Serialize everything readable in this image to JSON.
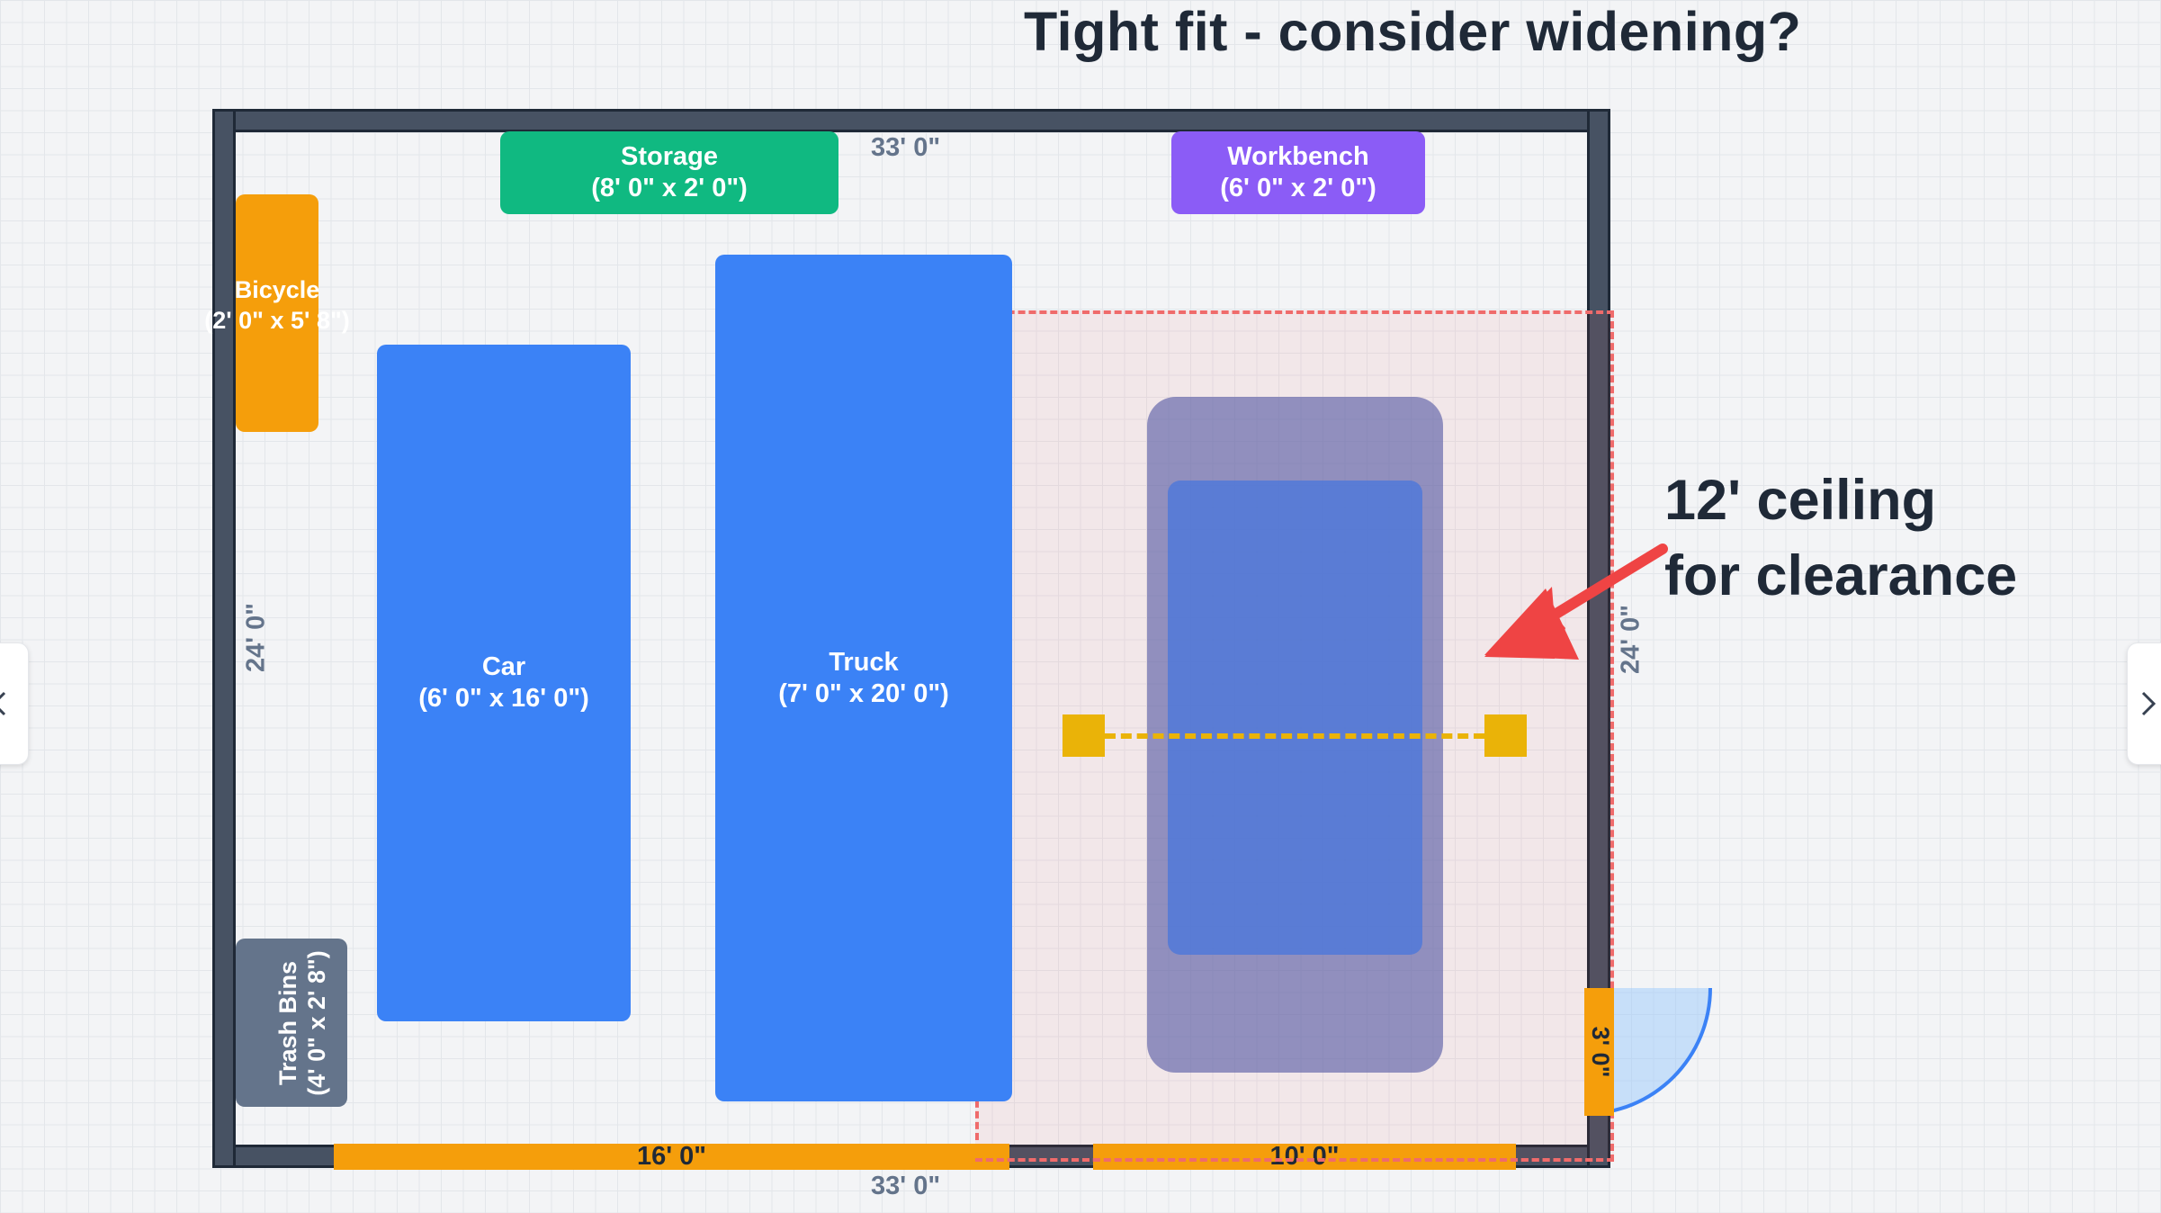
{
  "annotation": {
    "title": "Tight fit - consider widening?",
    "ceiling_line1": "12' ceiling",
    "ceiling_line2": "for clearance"
  },
  "dimensions": {
    "top_width": "33' 0\"",
    "bottom_width": "33' 0\"",
    "left_depth": "24' 0\"",
    "right_depth": "24' 0\""
  },
  "items": {
    "storage": {
      "name": "Storage",
      "size": "(8' 0\" x 2' 0\")",
      "color": "#10b981"
    },
    "workbench": {
      "name": "Workbench",
      "size": "(6' 0\" x 2' 0\")",
      "color": "#8b5cf6"
    },
    "bicycle": {
      "name": "Bicycle",
      "size": "(2' 0\" x 5' 8\")",
      "color": "#f59e0b"
    },
    "car": {
      "name": "Car",
      "size": "(6' 0\" x 16' 0\")",
      "color": "#3b82f6"
    },
    "truck": {
      "name": "Truck",
      "size": "(7' 0\" x 20' 0\")",
      "color": "#3b82f6"
    },
    "trash_bins": {
      "name": "Trash Bins",
      "size": "(4' 0\" x 2' 8\")",
      "color": "#64748b"
    }
  },
  "doors": {
    "garage_door_left": "16' 0\"",
    "garage_door_right": "10' 0\"",
    "side_door": "3' 0\""
  },
  "colors": {
    "wall": "#475263",
    "door": "#f59e0b",
    "clearance_zone": "#ef4444",
    "measure": "#eab308",
    "annotation_arrow": "#ef4444"
  }
}
